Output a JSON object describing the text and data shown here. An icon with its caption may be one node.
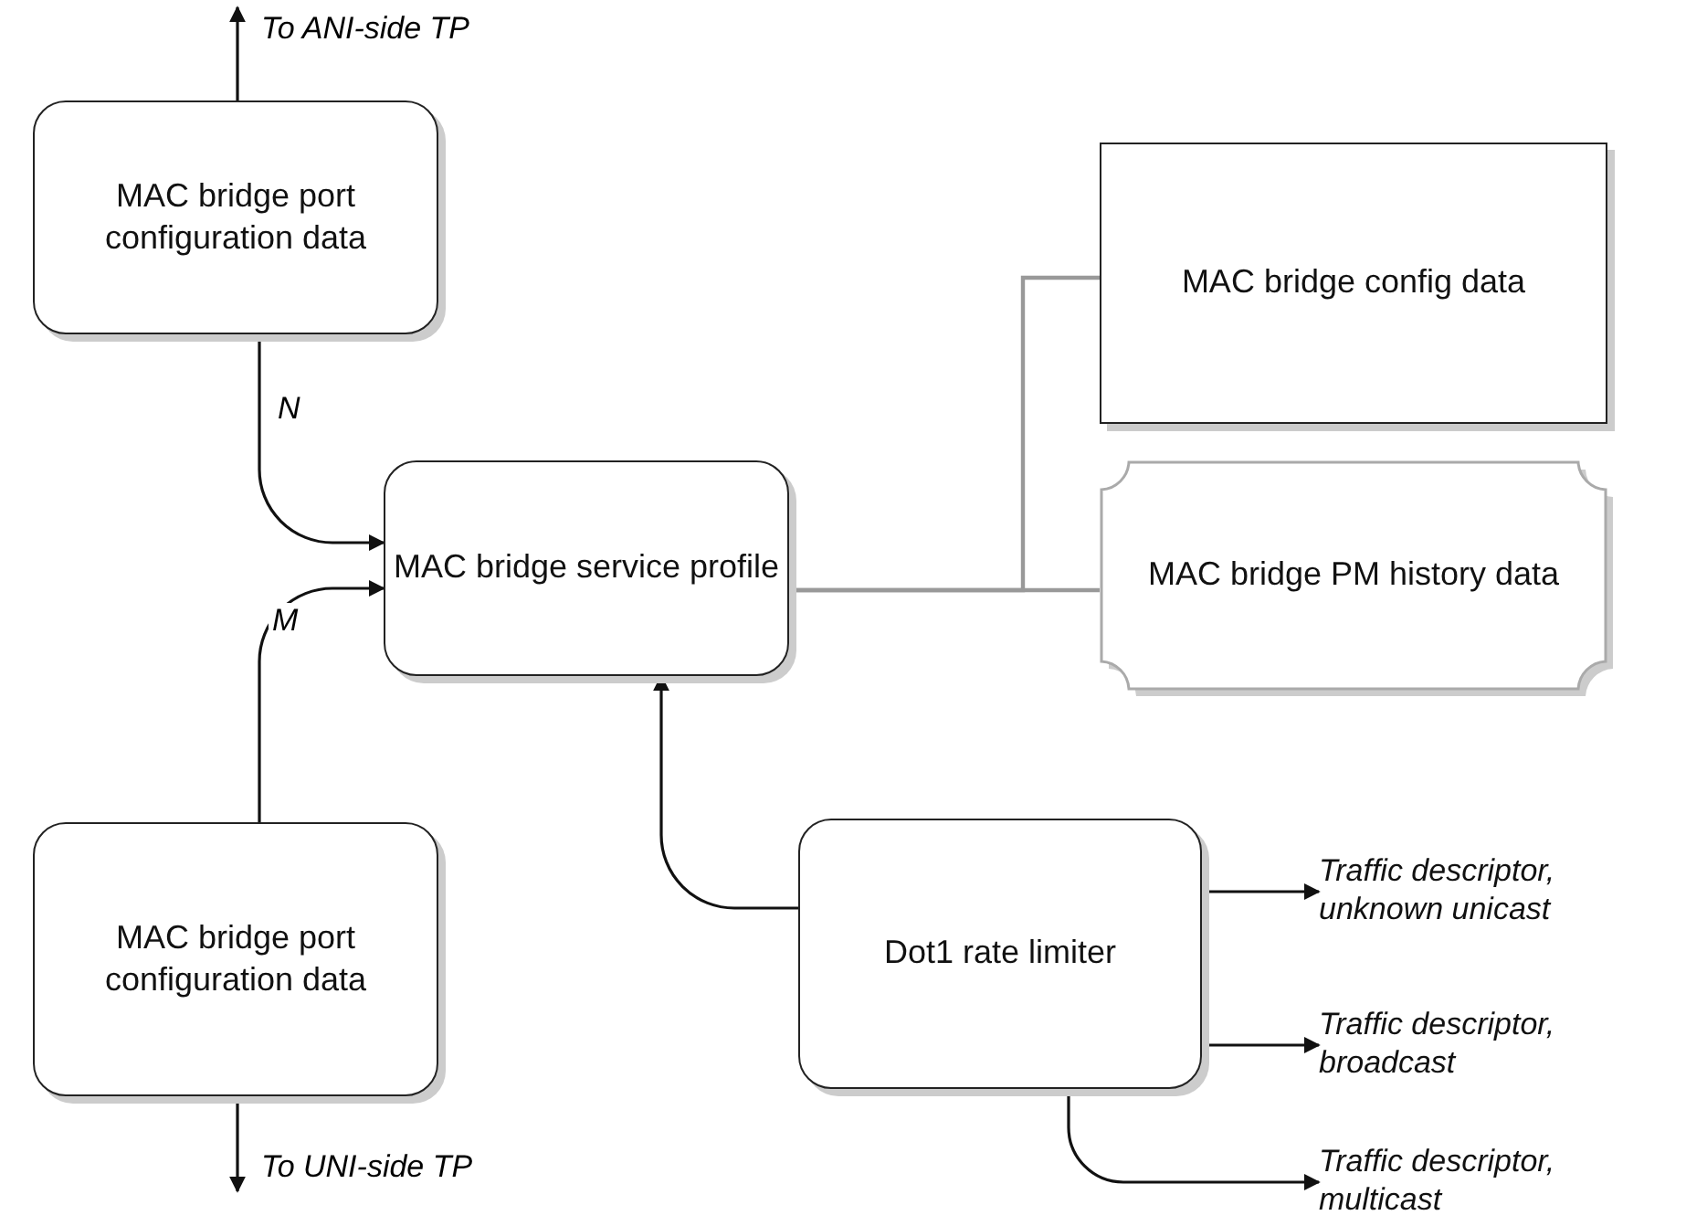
{
  "diagram": {
    "nodes": [
      {
        "text": [
          "MAC bridge port configuration data"
        ]
      },
      {
        "text": [
          "MAC bridge service profile"
        ]
      },
      {
        "text": [
          "MAC bridge config data"
        ]
      },
      {
        "text": [
          "MAC bridge PM history data"
        ]
      },
      {
        "text": [
          "MAC bridge port configuration data"
        ]
      },
      {
        "text": [
          "Dot1 rate limiter"
        ]
      },
      {
        "text": [
          "Traffic descriptor, unknown unicast"
        ]
      },
      {
        "text": [
          "Traffic descriptor, broadcast"
        ]
      },
      {
        "text": [
          "Traffic descriptor, multicast"
        ]
      }
    ],
    "edges": [
      {
        "from": 0,
        "to": 1,
        "arrow": "to",
        "label": "N"
      },
      {
        "from": 4,
        "to": 1,
        "arrow": "to",
        "label": "M"
      },
      {
        "from": 5,
        "to": 1,
        "arrow": "to"
      },
      {
        "from": 1,
        "to": 2,
        "arrow": "none",
        "color": "#999999"
      },
      {
        "from": 1,
        "to": 3,
        "arrow": "none",
        "color": "#999999"
      },
      {
        "from": 0,
        "to": null,
        "arrow": "to",
        "label": "To ANI-side TP"
      },
      {
        "from": 4,
        "to": null,
        "arrow": "to",
        "label": "To UNI-side TP"
      },
      {
        "from": 5,
        "to": 6,
        "arrow": "to"
      },
      {
        "from": 5,
        "to": 7,
        "arrow": "to"
      },
      {
        "from": 5,
        "to": 8,
        "arrow": "to"
      }
    ]
  }
}
